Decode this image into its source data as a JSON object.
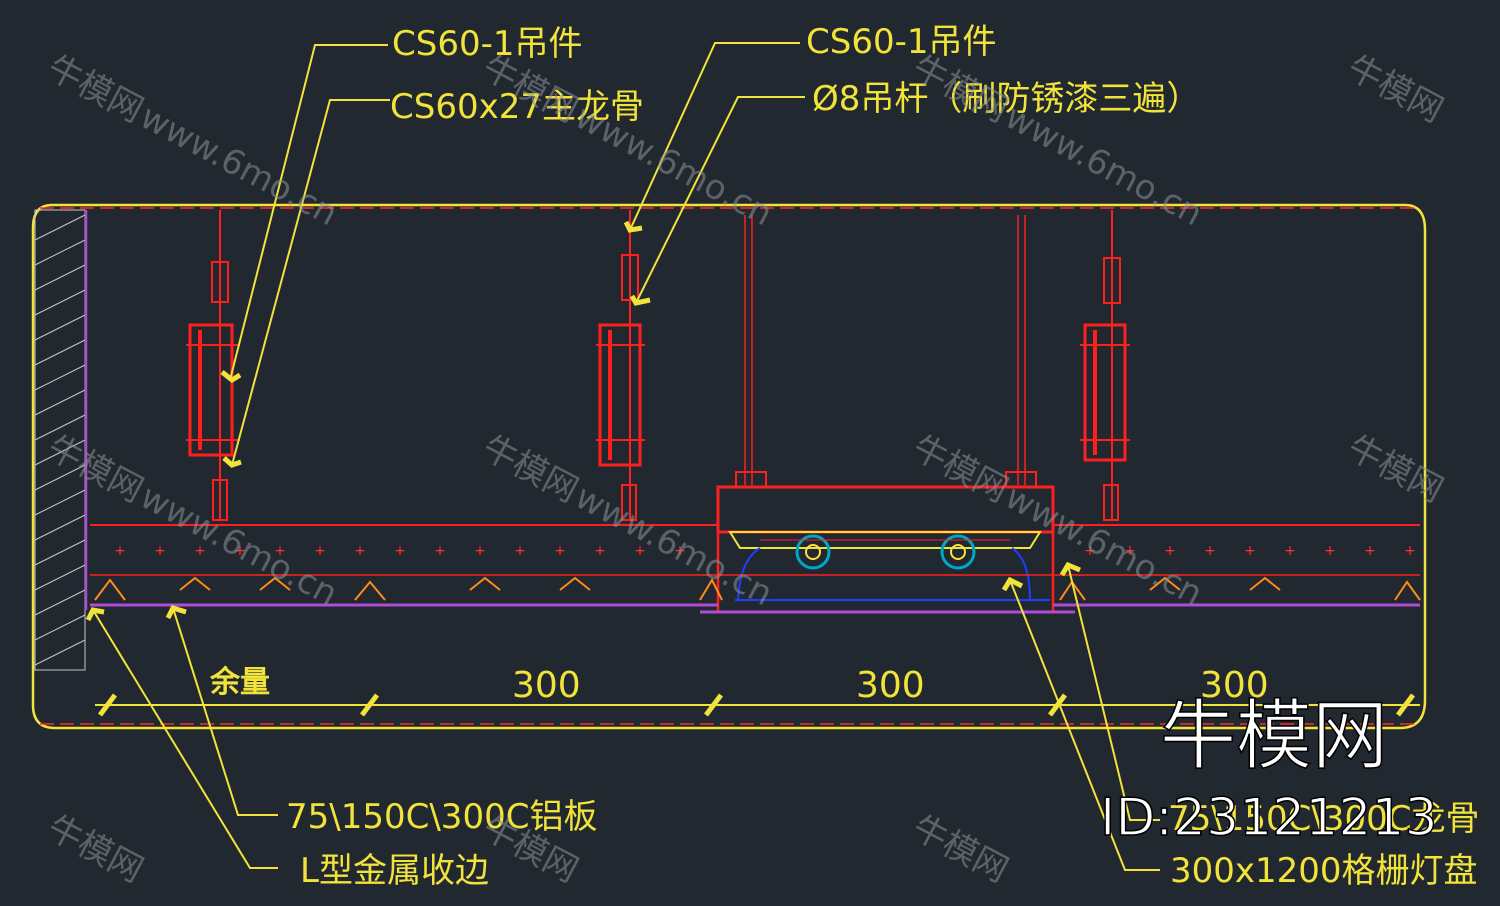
{
  "labels": {
    "hanger_left": "CS60-1吊件",
    "main_keel": "CS60x27主龙骨",
    "hanger_right": "CS60-1吊件",
    "rod": "Ø8吊杆（刷防锈漆三遍）",
    "aluminium_panel": "75\\150C\\300C铝板",
    "edge_trim": "L型金属收边",
    "keel_c": "75\\150C\\300C龙骨",
    "grille_lamp": "300x1200格栅灯盘"
  },
  "dimensions": {
    "margin": "余量",
    "span_1": "300",
    "span_2": "300",
    "span_3": "300"
  },
  "watermark": {
    "brand": "牛模网",
    "url": "www.6mo.cn",
    "id": "ID:23121213"
  },
  "colors": {
    "background": "#212830",
    "annotation": "#f2e33a",
    "structure": "#ff1f1f",
    "panel": "#b04bd6",
    "lamp": "#00a8c8"
  }
}
